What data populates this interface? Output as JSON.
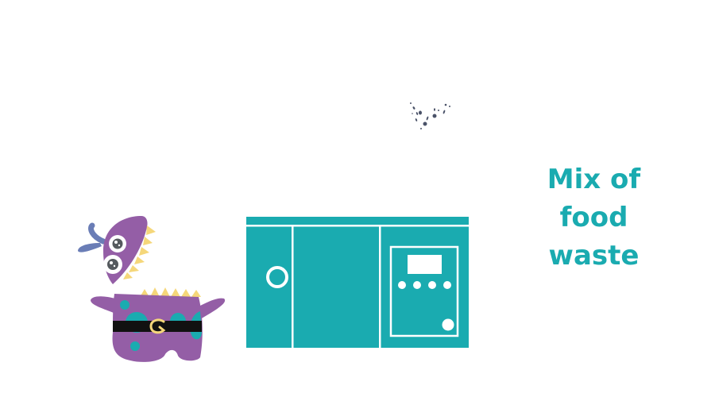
{
  "scene": {
    "background": "#ffffff",
    "label": {
      "lines": [
        "Mix of",
        "food",
        "waste"
      ],
      "color": "#1aabb0"
    },
    "machine": {
      "name": "food-waste-processor",
      "body_color": "#1aabb0",
      "line_color": "#ffffff",
      "control_panel": {
        "display": "blank-screen",
        "buttons": 4,
        "knob": 1
      }
    },
    "mascot": {
      "name": "purple-monster",
      "body_color": "#945ea6",
      "spot_color": "#1aabb0",
      "teeth_color": "#f5d77a",
      "belt_color": "#111111",
      "buckle_letter": "G",
      "antenna_color": "#6a7db6"
    },
    "particles": {
      "name": "falling-food-crumbs",
      "color": "#4a5268"
    }
  }
}
